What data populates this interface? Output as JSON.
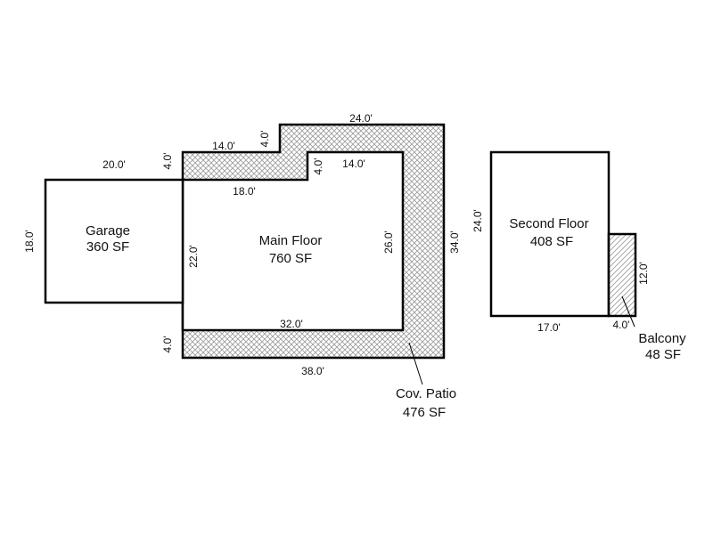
{
  "rooms": {
    "garage": {
      "name": "Garage",
      "area": "360 SF"
    },
    "main_floor": {
      "name": "Main Floor",
      "area": "760 SF"
    },
    "covered_patio": {
      "name": "Cov. Patio",
      "area": "476 SF"
    },
    "second_floor": {
      "name": "Second Floor",
      "area": "408 SF"
    },
    "balcony": {
      "name": "Balcony",
      "area": "48 SF"
    }
  },
  "dimensions": {
    "garage_width": "20.0'",
    "garage_height": "18.0'",
    "patio_top_left_width": "14.0'",
    "patio_top_left_depth": "4.0'",
    "patio_step_rise": "4.0'",
    "patio_top_width": "24.0'",
    "patio_right_height": "34.0'",
    "patio_bottom_width": "38.0'",
    "patio_bottom_depth": "4.0'",
    "main_top_left_width": "18.0'",
    "main_step_rise": "4.0'",
    "main_top_right_width": "14.0'",
    "main_left_height": "22.0'",
    "main_right_height": "26.0'",
    "main_bottom_width": "32.0'",
    "second_floor_height": "24.0'",
    "second_floor_width": "17.0'",
    "balcony_width": "4.0'",
    "balcony_height": "12.0'"
  },
  "colors": {
    "line": "#000000",
    "hatch": "#9a9a9a",
    "background": "#ffffff"
  }
}
